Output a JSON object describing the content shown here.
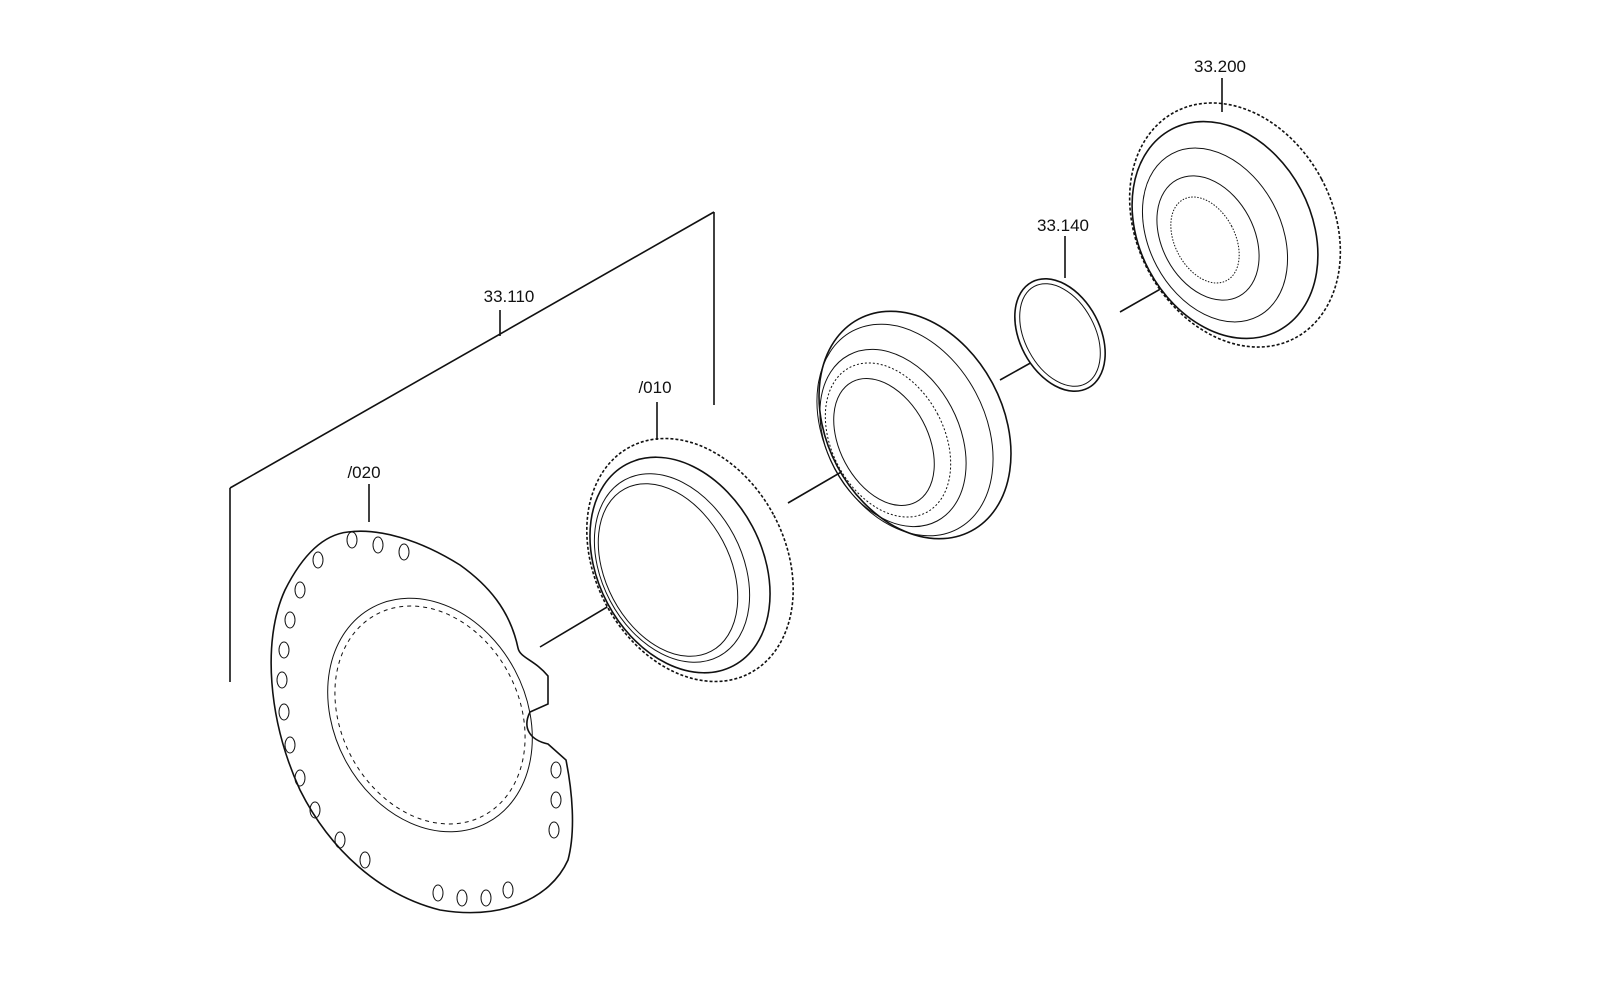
{
  "labels": {
    "assembly": "33.110",
    "sub_010": "/010",
    "sub_020": "/020",
    "ring": "33.140",
    "gear": "33.200"
  }
}
